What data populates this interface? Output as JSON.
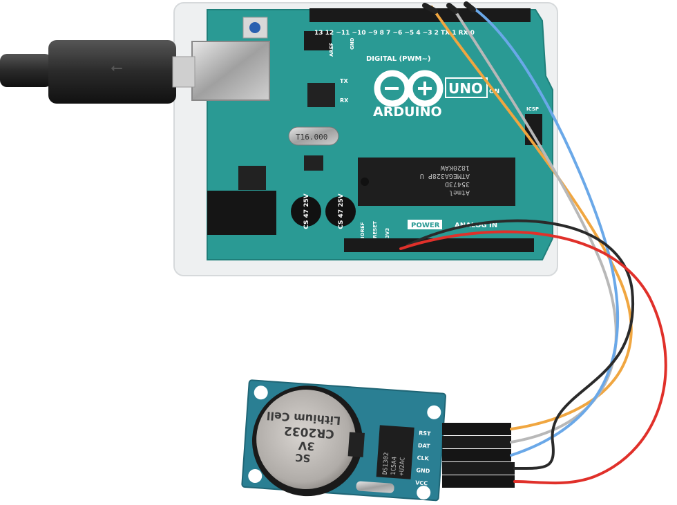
{
  "scene": {
    "description_labels": {
      "board_brand": "ARDUINO",
      "board_model": "UNO",
      "digital_label": "DIGITAL (PWM~)",
      "power_label": "POWER",
      "analog_label": "ANALOG IN",
      "on_label": "ON",
      "icsp_label": "ICSP",
      "aref_label": "AREF",
      "gnd_label": "GND",
      "tx_label": "TX",
      "rx_label": "RX",
      "ioref_label": "IOREF",
      "reset_label": "RESET",
      "v33_label": "3V3",
      "crystal_label": "T16.000",
      "cap1_label": "CS 47 25V",
      "cap2_label": "CS 47 25V",
      "mcu_brand": "Atmel",
      "mcu_line1": "ATMEGA328P U",
      "mcu_line2": "35473D",
      "mcu_line3": "1820KAW",
      "pin_numbers": "13 12 ~11 ~10 ~9 8 7 ~6 ~5 4 ~3 2 TX 1 RX 0"
    },
    "rtc_module": {
      "battery_line1": "Lithium Cell",
      "battery_line2": "CR2032",
      "battery_line3": "3V",
      "battery_line4": "SC",
      "chip_line1": "DS1302",
      "chip_line2": "1C5A4",
      "chip_line3": "+U2AC",
      "pins": [
        "RST",
        "DAT",
        "CLK",
        "GND",
        "VCC"
      ]
    },
    "colors": {
      "pcb_teal": "#2a9a94",
      "rtc_blue": "#2a7f93",
      "wire_orange": "#f0a640",
      "wire_gray": "#b8b8b8",
      "wire_blue": "#6aa8e8",
      "wire_black": "#2a2a2a",
      "wire_red": "#e0302a"
    }
  }
}
